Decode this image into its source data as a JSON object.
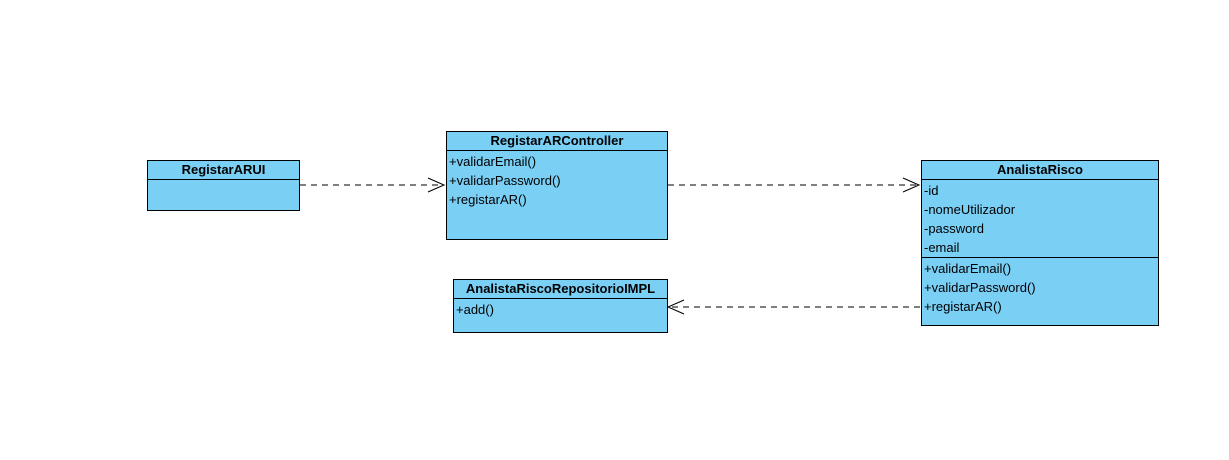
{
  "classes": {
    "ui": {
      "name": "RegistarARUI",
      "attributes": [],
      "operations": []
    },
    "controller": {
      "name": "RegistarARController",
      "attributes": [],
      "operations": [
        "+validarEmail()",
        "+validarPassword()",
        "+registarAR()"
      ]
    },
    "analista": {
      "name": "AnalistaRisco",
      "attributes": [
        "-id",
        "-nomeUtilizador",
        "-password",
        "-email"
      ],
      "operations": [
        "+validarEmail()",
        "+validarPassword()",
        "+registarAR()"
      ]
    },
    "repositorio": {
      "name": "AnalistaRiscoRepositorioIMPL",
      "attributes": [],
      "operations": [
        "+add()"
      ]
    }
  },
  "dependencies": [
    {
      "from": "RegistarARUI",
      "to": "RegistarARController",
      "style": "dashed",
      "arrow": "open"
    },
    {
      "from": "RegistarARController",
      "to": "AnalistaRisco",
      "style": "dashed",
      "arrow": "open"
    },
    {
      "from": "AnalistaRisco",
      "to": "AnalistaRiscoRepositorioIMPL",
      "style": "dashed",
      "arrow": "open"
    }
  ],
  "colors": {
    "class_fill": "#7acff5",
    "border": "#000000",
    "background": "#ffffff"
  }
}
